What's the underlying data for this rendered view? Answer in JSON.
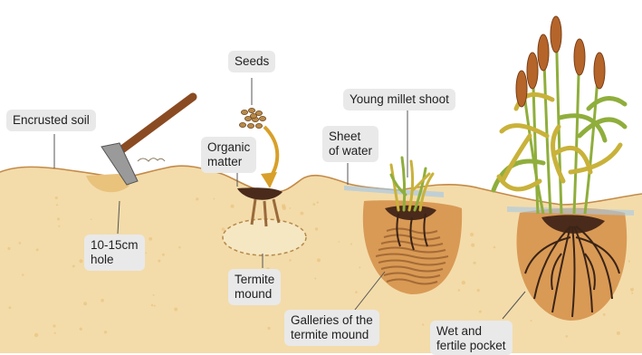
{
  "labels": {
    "encrusted_soil": "Encrusted soil",
    "seeds": "Seeds",
    "young_millet_shoot": "Young millet shoot",
    "organic_matter": [
      "Organic",
      "matter"
    ],
    "sheet_of_water": [
      "Sheet",
      "of water"
    ],
    "hole": [
      "10-15cm",
      "hole"
    ],
    "termite_mound": [
      "Termite",
      "mound"
    ],
    "galleries": [
      "Galleries of the",
      "termite mound"
    ],
    "wet_pocket": [
      "Wet and",
      "fertile pocket"
    ]
  },
  "colors": {
    "soil_light": "#f3dcaa",
    "soil_mid": "#e9c27c",
    "soil_dark": "#c48a48",
    "pocket": "#d99a55",
    "humus": "#4a2a1a",
    "water": "#a9c9e6",
    "stem_green": "#8fae3c",
    "leaf_yellow": "#c9b23a",
    "grain": "#b5652a",
    "hoe_handle": "#8a4b22",
    "hoe_blade": "#9a9a9a",
    "label_bg": "#e9e9e9",
    "leader": "#555555"
  }
}
